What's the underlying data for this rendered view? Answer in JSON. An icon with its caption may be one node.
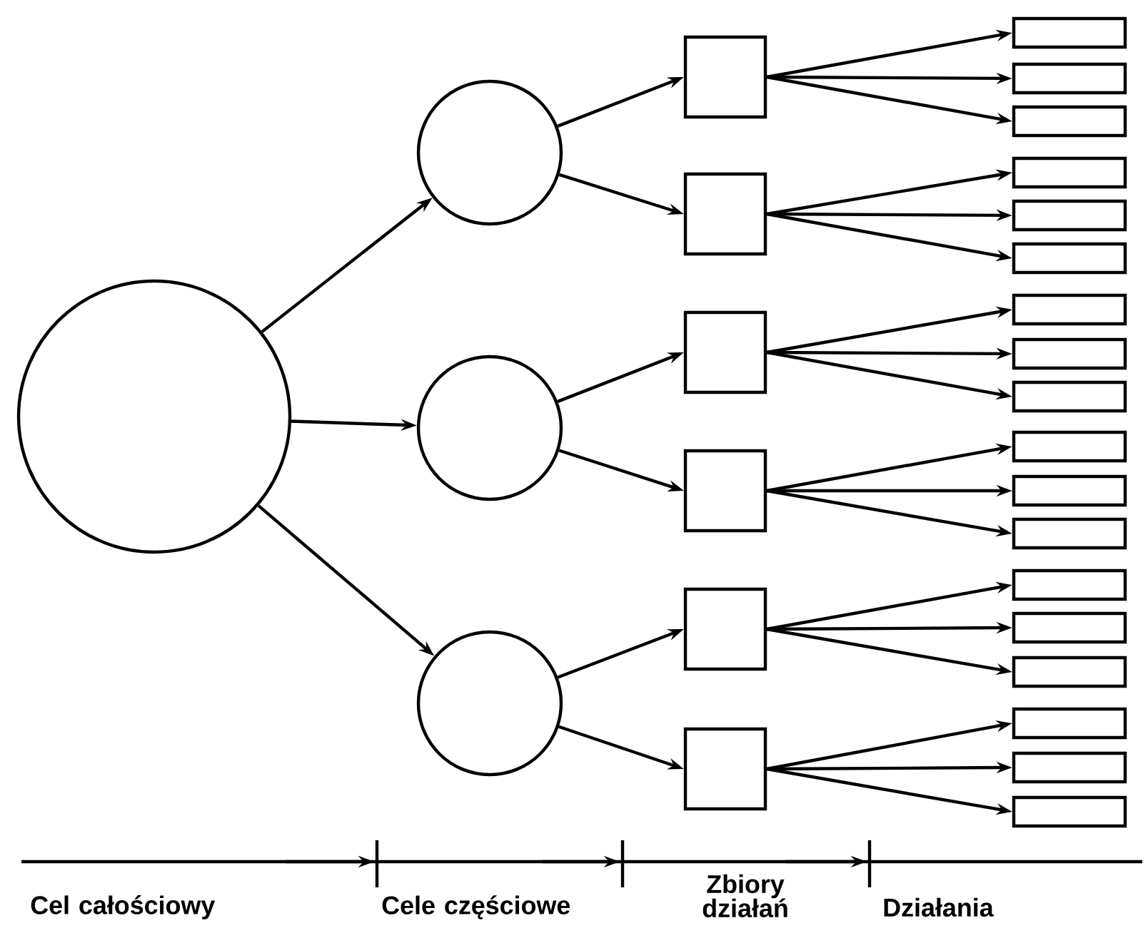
{
  "diagram": {
    "nodes": [
      {
        "text": [],
        "shape": "circle"
      },
      {
        "text": [],
        "shape": "circle"
      },
      {
        "text": [],
        "shape": "circle"
      },
      {
        "text": [],
        "shape": "circle"
      },
      {
        "text": [],
        "shape": "box"
      },
      {
        "text": [],
        "shape": "box"
      },
      {
        "text": [],
        "shape": "box"
      },
      {
        "text": [],
        "shape": "box"
      },
      {
        "text": [],
        "shape": "box"
      },
      {
        "text": [],
        "shape": "box"
      },
      {
        "text": [],
        "shape": "box"
      },
      {
        "text": [],
        "shape": "box"
      },
      {
        "text": [],
        "shape": "box"
      },
      {
        "text": [],
        "shape": "box"
      },
      {
        "text": [],
        "shape": "box"
      },
      {
        "text": [],
        "shape": "box"
      },
      {
        "text": [],
        "shape": "box"
      },
      {
        "text": [],
        "shape": "box"
      },
      {
        "text": [],
        "shape": "box"
      },
      {
        "text": [],
        "shape": "box"
      },
      {
        "text": [],
        "shape": "box"
      },
      {
        "text": [],
        "shape": "box"
      },
      {
        "text": [],
        "shape": "box"
      },
      {
        "text": [],
        "shape": "box"
      },
      {
        "text": [],
        "shape": "box"
      },
      {
        "text": [],
        "shape": "box"
      },
      {
        "text": [],
        "shape": "box"
      },
      {
        "text": [],
        "shape": "box"
      }
    ],
    "edges": [
      {
        "from": 0,
        "to": 1,
        "arrow": "to"
      },
      {
        "from": 0,
        "to": 2,
        "arrow": "to"
      },
      {
        "from": 0,
        "to": 3,
        "arrow": "to"
      },
      {
        "from": 1,
        "to": 4,
        "arrow": "to"
      },
      {
        "from": 1,
        "to": 5,
        "arrow": "to"
      },
      {
        "from": 2,
        "to": 6,
        "arrow": "to"
      },
      {
        "from": 2,
        "to": 7,
        "arrow": "to"
      },
      {
        "from": 3,
        "to": 8,
        "arrow": "to"
      },
      {
        "from": 3,
        "to": 9,
        "arrow": "to"
      },
      {
        "from": 4,
        "to": 10,
        "arrow": "to"
      },
      {
        "from": 4,
        "to": 11,
        "arrow": "to"
      },
      {
        "from": 4,
        "to": 12,
        "arrow": "to"
      },
      {
        "from": 5,
        "to": 13,
        "arrow": "to"
      },
      {
        "from": 5,
        "to": 14,
        "arrow": "to"
      },
      {
        "from": 5,
        "to": 15,
        "arrow": "to"
      },
      {
        "from": 6,
        "to": 16,
        "arrow": "to"
      },
      {
        "from": 6,
        "to": 17,
        "arrow": "to"
      },
      {
        "from": 6,
        "to": 18,
        "arrow": "to"
      },
      {
        "from": 7,
        "to": 19,
        "arrow": "to"
      },
      {
        "from": 7,
        "to": 20,
        "arrow": "to"
      },
      {
        "from": 7,
        "to": 21,
        "arrow": "to"
      },
      {
        "from": 8,
        "to": 22,
        "arrow": "to"
      },
      {
        "from": 8,
        "to": 23,
        "arrow": "to"
      },
      {
        "from": 8,
        "to": 24,
        "arrow": "to"
      },
      {
        "from": 9,
        "to": 25,
        "arrow": "to"
      },
      {
        "from": 9,
        "to": 26,
        "arrow": "to"
      },
      {
        "from": 9,
        "to": 27,
        "arrow": "to"
      }
    ],
    "labels": [
      "Cel całościowy",
      "Cele częściowe",
      "Zbiory działań",
      "Działania"
    ]
  }
}
